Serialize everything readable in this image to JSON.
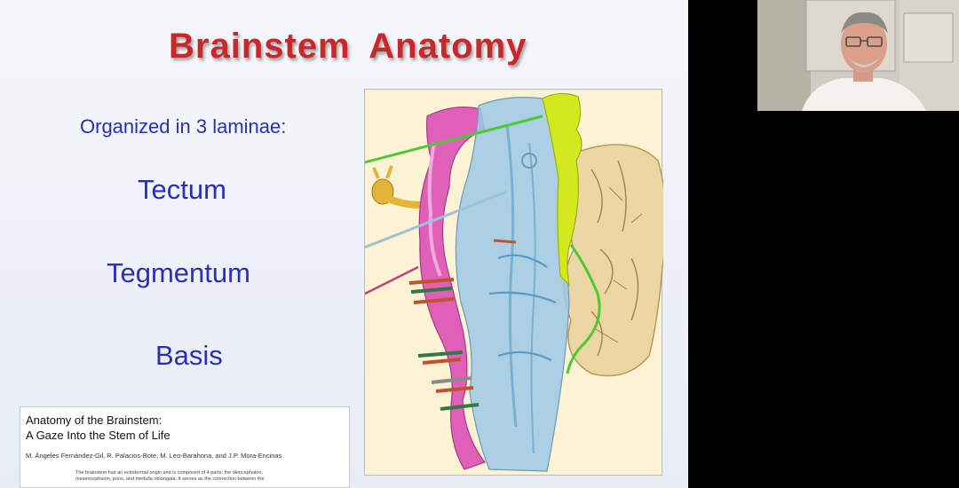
{
  "slide": {
    "title": "Brainstem  Anatomy",
    "subtitle": "Organized in 3 laminae:",
    "laminae": [
      {
        "label": "Tectum",
        "pointer_color": "#4fc832"
      },
      {
        "label": "Tegmentum",
        "pointer_color": "#9cc3db"
      },
      {
        "label": "Basis",
        "pointer_color": "#c0407a"
      }
    ]
  },
  "article": {
    "title": "Anatomy of the Brainstem:\nA Gaze Into the Stem of Life",
    "authors": "M. Ángeles Fernández-Gil, R. Palacios-Bote, M. Leo-Barahona, and J.P. Mora-Encinas",
    "abstract_line1": "The brainstem has an ectodermal origin and is composed of 4 parts: the diencephalon,",
    "abstract_line2": "mesencephalon, pons, and medulla oblongata. It serves as the connection between the"
  },
  "colors": {
    "title_red": "#c9282a",
    "text_blue": "#2a2fb8",
    "tectum_yellow": "#d4e81e",
    "tegmentum_blue": "#9cc9e6",
    "basis_pink": "#e060b8",
    "cerebellum": "#ecd6a4"
  }
}
